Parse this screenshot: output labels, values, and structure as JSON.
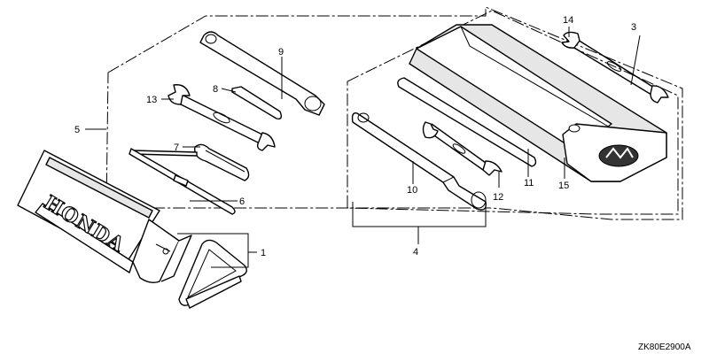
{
  "diagram_code": "ZK80E2900A",
  "brand_text": "HONDA",
  "callouts": {
    "c1": "1",
    "c3": "3",
    "c4": "4",
    "c5": "5",
    "c6": "6",
    "c7": "7",
    "c8": "8",
    "c9": "9",
    "c10": "10",
    "c11": "11",
    "c12": "12",
    "c13": "13",
    "c14": "14",
    "c15": "15"
  }
}
